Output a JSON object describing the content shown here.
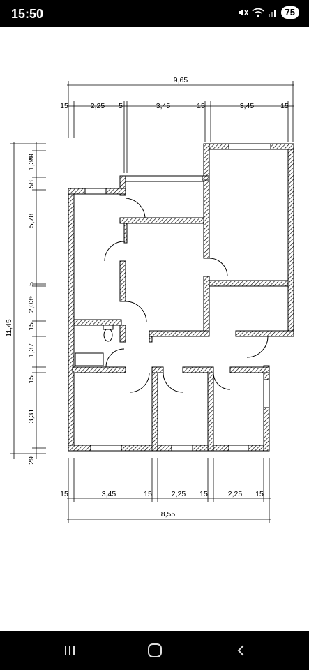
{
  "status": {
    "time": "15:50",
    "battery": "75"
  },
  "dims": {
    "top_total": "9,65",
    "top_segs": [
      "15",
      "2,25",
      "5",
      "3,45",
      "15",
      "3,45",
      "15"
    ],
    "left_total": "11,45",
    "left_segs": [
      "29",
      "1,39",
      "58",
      "5,78",
      "5",
      "2,03⁵",
      "15",
      "1,37",
      "15",
      "3,31",
      "29"
    ],
    "bottom_segs": [
      "15",
      "3,45",
      "15",
      "2,25",
      "15",
      "2,25",
      "15"
    ],
    "bottom_total": "8,55"
  },
  "icons": {
    "mute": "mute-icon",
    "wifi": "wifi-icon",
    "signal": "signal-icon",
    "recent": "recent-apps-icon",
    "home": "home-icon",
    "back": "back-icon"
  }
}
